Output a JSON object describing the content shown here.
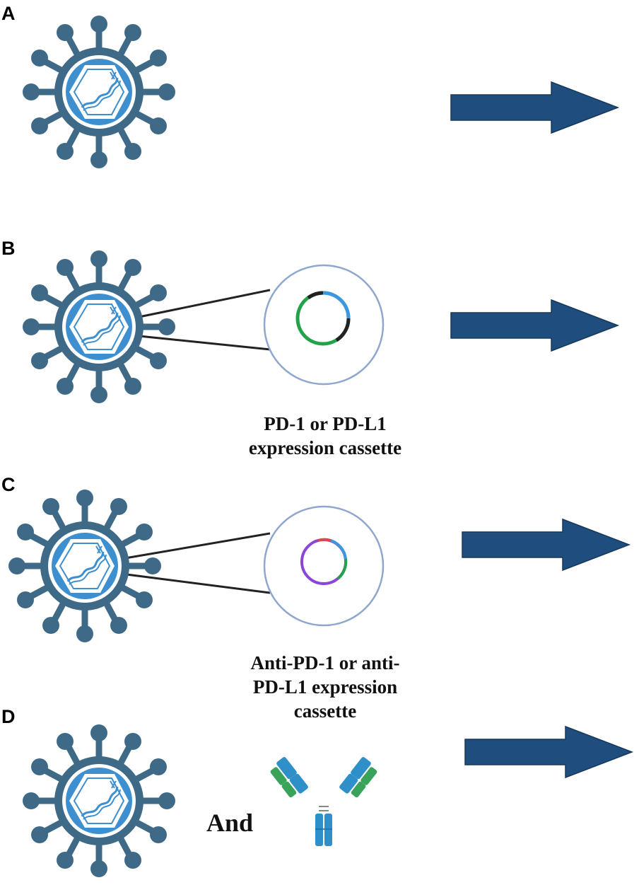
{
  "panels": [
    {
      "letter": "A"
    },
    {
      "letter": "B",
      "caption_line1": "PD-1 or PD-L1",
      "caption_line2": "expression cassette"
    },
    {
      "letter": "C",
      "caption_line1": "Anti-PD-1 or anti-",
      "caption_line2": "PD-L1 expression",
      "caption_line3": "cassette"
    },
    {
      "letter": "D",
      "and_label": "And"
    }
  ],
  "colors": {
    "virus_body": "#3e6a87",
    "capsid": "#3d8fcf",
    "arrow": "#1f4e7e",
    "zoom_circle": "#8fa7cf",
    "plasmid_b_main": "#22a34a",
    "plasmid_b_insert": "#3b98e0",
    "plasmid_c_main": "#8b45d9",
    "plasmid_c_red": "#e04848",
    "plasmid_c_blue": "#3b98e0",
    "plasmid_c_green": "#22a34a",
    "antibody_blue": "#2f8fc9",
    "antibody_green": "#3aa35a"
  },
  "icons": [
    "virus-icon",
    "zoom-circle",
    "plasmid-icon",
    "arrow-right-icon",
    "antibody-icon"
  ]
}
